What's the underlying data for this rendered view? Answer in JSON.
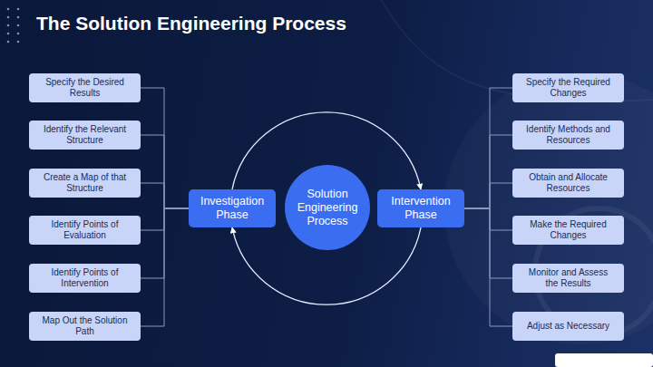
{
  "diagram": {
    "title": "The Solution Engineering Process",
    "nodes": [
      {
        "text": [
          "Specify the Desired Results"
        ]
      },
      {
        "text": [
          "Identify the Relevant Structure"
        ]
      },
      {
        "text": [
          "Create a Map of that Structure"
        ]
      },
      {
        "text": [
          "Identify Points of Evaluation"
        ]
      },
      {
        "text": [
          "Identify Points of Intervention"
        ]
      },
      {
        "text": [
          "Map Out the Solution Path"
        ]
      },
      {
        "text": [
          "Investigation Phase"
        ]
      },
      {
        "text": [
          "Solution Engineering Process"
        ]
      },
      {
        "text": [
          "Intervention Phase"
        ]
      },
      {
        "text": [
          "Specify the Required Changes"
        ]
      },
      {
        "text": [
          "Identify Methods and Resources"
        ]
      },
      {
        "text": [
          "Obtain and Allocate Resources"
        ]
      },
      {
        "text": [
          "Make the Required Changes"
        ]
      },
      {
        "text": [
          "Monitor and Assess the Results"
        ]
      },
      {
        "text": [
          "Adjust as Necessary"
        ]
      }
    ],
    "edges": [
      {
        "from": 0,
        "to": 6,
        "arrow": "none"
      },
      {
        "from": 1,
        "to": 6,
        "arrow": "none"
      },
      {
        "from": 2,
        "to": 6,
        "arrow": "none"
      },
      {
        "from": 3,
        "to": 6,
        "arrow": "none"
      },
      {
        "from": 4,
        "to": 6,
        "arrow": "none"
      },
      {
        "from": 5,
        "to": 6,
        "arrow": "none"
      },
      {
        "from": 6,
        "to": 8,
        "arrow": "to"
      },
      {
        "from": 8,
        "to": 6,
        "arrow": "to"
      },
      {
        "from": 8,
        "to": 9,
        "arrow": "none"
      },
      {
        "from": 8,
        "to": 10,
        "arrow": "none"
      },
      {
        "from": 8,
        "to": 11,
        "arrow": "none"
      },
      {
        "from": 8,
        "to": 12,
        "arrow": "none"
      },
      {
        "from": 8,
        "to": 13,
        "arrow": "none"
      },
      {
        "from": 8,
        "to": 14,
        "arrow": "none"
      }
    ]
  }
}
